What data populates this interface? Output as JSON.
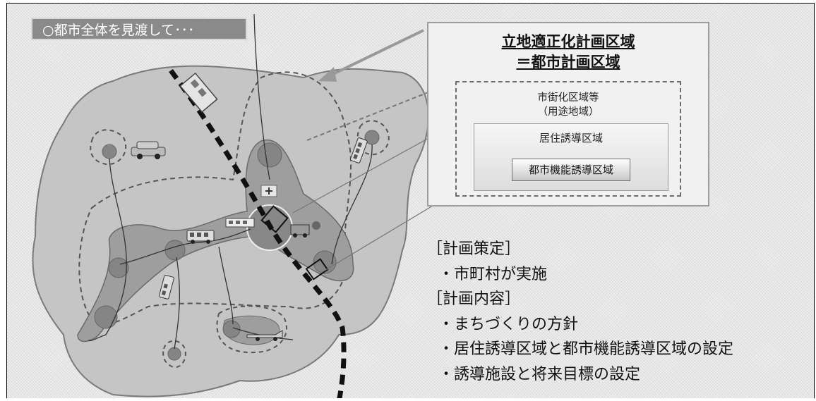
{
  "title_tag": "○都市全体を見渡して･･･",
  "planning_area": {
    "title_line1": "立地適正化計画区域",
    "title_line2": "＝都市計画区域",
    "urbanization_area": {
      "line1": "市街化区域等",
      "line2": "（用途地域）"
    },
    "residential_area": "居住誘導区域",
    "urban_function_area": "都市機能誘導区域"
  },
  "plan_text": {
    "formulation_heading": "［計画策定］",
    "formulation_item": "・市町村が実施",
    "content_heading": "［計画内容］",
    "content_items": [
      "・まちづくりの方針",
      "・居住誘導区域と都市機能誘導区域の設定",
      "・誘導施設と将来目標の設定"
    ]
  },
  "icons": {
    "map": [
      "city-area-map",
      "train-line",
      "train-icon",
      "car-icon",
      "bus-icon",
      "bus-icon",
      "bus-icon",
      "hospital-icon",
      "station-icon"
    ]
  }
}
